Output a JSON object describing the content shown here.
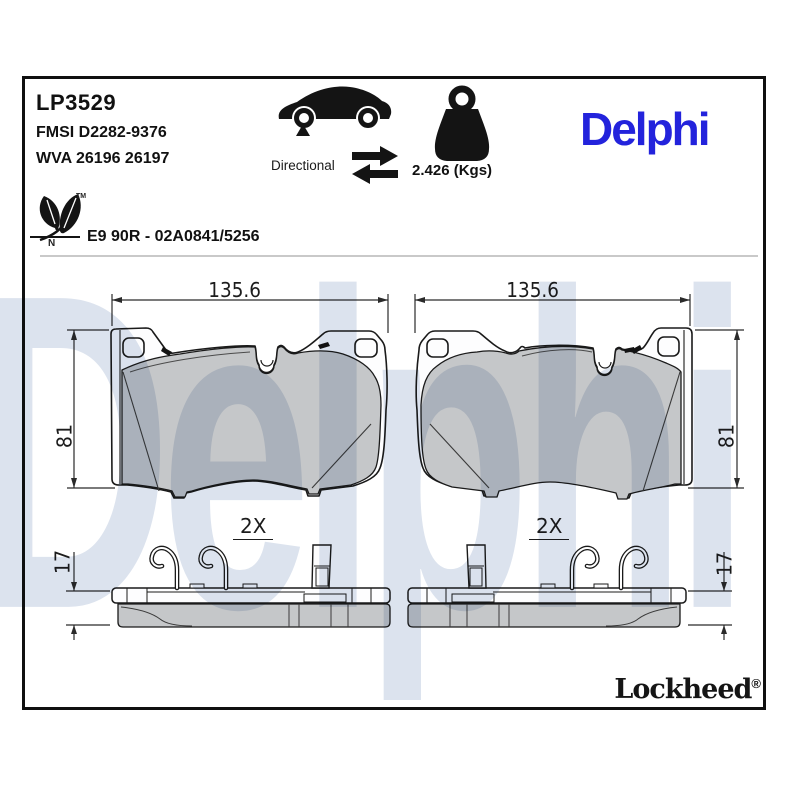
{
  "header": {
    "part_number": "LP3529",
    "fmsi": "FMSI D2282-9376",
    "wva": "WVA 26196 26197",
    "directional_label": "Directional",
    "weight": "2.426 (Kgs)",
    "logo_text": "Delphi",
    "logo_color": "#2323DC",
    "eco_mark": {
      "tm": "TM",
      "letter": "N"
    },
    "approval": "E9 90R - 02A0841/5256"
  },
  "icons": {
    "car": "car-side-silhouette-icon",
    "direction_marker": "triangle-up-icon",
    "arrows": "swap-arrows-icon",
    "weight": "kettlebell-weight-icon",
    "leaf": "eco-leaf-icon"
  },
  "drawing": {
    "watermark_text": "Delphi",
    "watermark_color": "#dce3ee",
    "pad_fill_color": "#c5c7c9",
    "pads": [
      {
        "width": "135.6",
        "height": "81"
      },
      {
        "width": "135.6",
        "height": "81"
      }
    ],
    "side_views": [
      {
        "quantity": "2X",
        "thickness": "17"
      },
      {
        "quantity": "2X",
        "thickness": "17"
      }
    ]
  },
  "footer": {
    "brand": "Lockheed",
    "registered": "®"
  }
}
